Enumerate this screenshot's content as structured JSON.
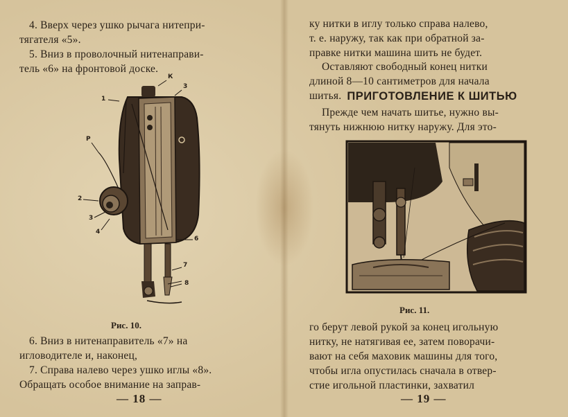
{
  "left_page": {
    "paragraphs": [
      {
        "lines": [
          "4. Вверх через ушко рычага нитепри-",
          "тягателя «5»."
        ]
      },
      {
        "lines": [
          "5. Вниз в проволочный нитенаправи-",
          "тель «6» на фронтовой доске."
        ]
      }
    ],
    "figure": {
      "caption": "Рис. 10.",
      "labels": {
        "k": "К",
        "l3": "3",
        "l1": "1",
        "p": "Р",
        "l2": "2",
        "l3b": "3",
        "l4": "4",
        "l6": "6",
        "l7": "7",
        "l8": "8"
      }
    },
    "bottom_paragraphs": [
      {
        "lines": [
          "6. Вниз в нитенаправитель «7» на",
          "игловодителе и, наконец,"
        ]
      },
      {
        "lines": [
          "7. Справа налево через ушко иглы «8».",
          "Обращать особое внимание на заправ-"
        ]
      }
    ],
    "page_number": "— 18 —"
  },
  "right_page": {
    "paragraphs": [
      {
        "lines": [
          "ку нитки в иглу только справа налево,",
          "т. е. наружу, так как при обратной за-",
          "правке нитки машина шить не будет."
        ]
      },
      {
        "lines": [
          "Оставляют свободный конец нитки",
          "длиной 8—10 сантиметров для начала",
          "шитья."
        ]
      }
    ],
    "heading": "ПРИГОТОВЛЕНИЕ К ШИТЬЮ",
    "intro": {
      "lines": [
        "Прежде чем начать шитье, нужно вы-",
        "тянуть нижнюю нитку наружу. Для это-"
      ]
    },
    "figure": {
      "caption": "Рис. 11."
    },
    "bottom_paragraph": {
      "lines": [
        "го берут левой рукой за конец игольную",
        "нитку, не натягивая ее, затем поворачи-",
        "вают на себя маховик машины для того,",
        "чтобы игла опустилась сначала в отвер-",
        "стие игольной пластинки, захватил"
      ]
    },
    "page_number": "— 19 —"
  }
}
